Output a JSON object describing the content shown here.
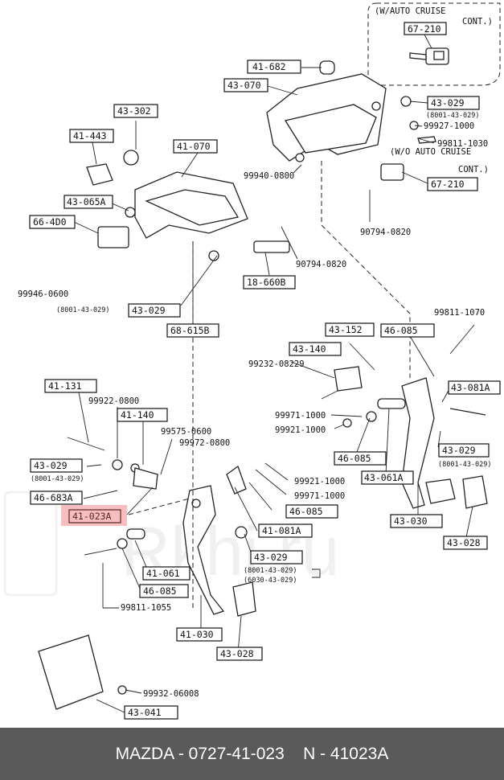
{
  "labels": {
    "p41682": "41-682",
    "p43070": "43-070",
    "p43302": "43-302",
    "p41443": "41-443",
    "p41070": "41-070",
    "p43065A": "43-065A",
    "p664D0": "66-4D0",
    "p99946": "99946-0600",
    "p8001a": "(8001-43-029)",
    "p43029a": "43-029",
    "p68615B": "68-615B",
    "p18660B": "18-660B",
    "p90794a": "90794-0820",
    "p99940": "99940-0800",
    "p43029b": "43-029",
    "p8001b": "(8001-43-029)",
    "p99927": "99927-1000",
    "p99811a": "99811-1030",
    "p67210b": "67-210",
    "p90794b": "90794-0820",
    "p99811b": "99811-1070",
    "p43152": "43-152",
    "p46085a": "46-085",
    "p43140": "43-140",
    "p99232": "99232-08229",
    "p43081Aa": "43-081A",
    "p99971a": "99971-1000",
    "p99921a": "99921-1000",
    "p46085b": "46-085",
    "p43061A": "43-061A",
    "p43029c": "43-029",
    "p8001c": "(8001-43-029)",
    "p43030a": "43-030",
    "p43028a": "43-028",
    "p41131": "41-131",
    "p99922": "99922-0800",
    "p41140": "41-140",
    "p99575": "99575-0600",
    "p99972": "99972-0800",
    "p43029d": "43-029",
    "p8001d": "(8001-43-029)",
    "p46683A": "46-683A",
    "p41023A": "41-023A",
    "p99921b": "99921-1000",
    "p99971b": "99971-1000",
    "p46085c": "46-085",
    "p41081Ab": "41-081A",
    "p43029e": "43-029",
    "p8001e": "(8001-43-029)",
    "p6030": "(6030-43-029)",
    "p41061": "41-061",
    "p46085d": "46-085",
    "p99811c": "99811-1055",
    "p41030b": "41-030",
    "p43028b": "43-028",
    "p99932": "99932-06008",
    "p43041": "43-041"
  },
  "notes": {
    "auto_cruise_line1": "(W/AUTO CRUISE",
    "auto_cruise_line2": "CONT.)",
    "wo_auto_cruise_line1": "(W/O AUTO CRUISE",
    "wo_auto_cruise_line2": "CONT.)",
    "p67210a": "67-210"
  },
  "footer": {
    "caption": "MAZDA - 0727-41-023    N - 41023A"
  },
  "highlight_color": "#e64646",
  "watermark_text": "Rkhi.ru"
}
